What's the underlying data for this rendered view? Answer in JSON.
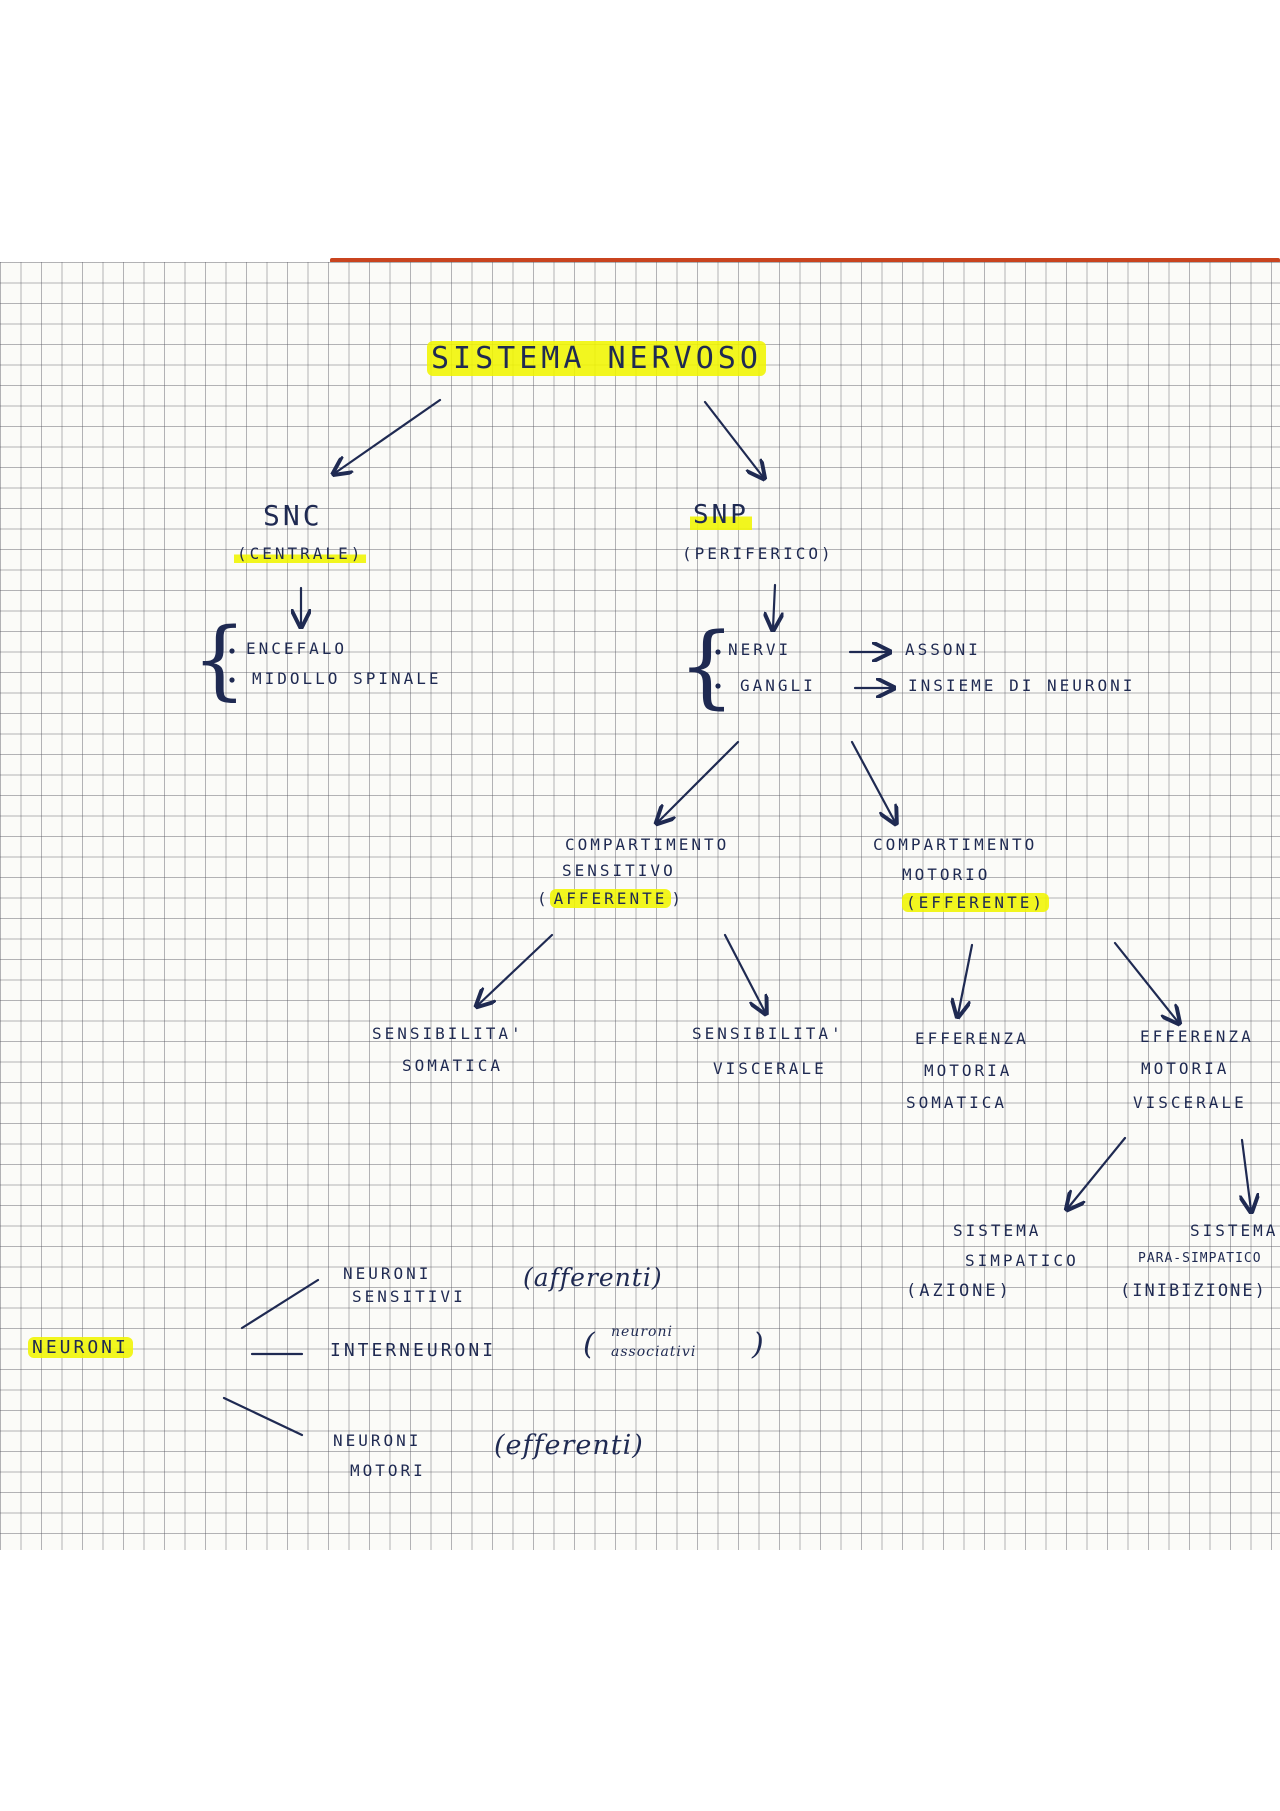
{
  "root": {
    "label": "SISTEMA NERVOSO"
  },
  "snc": {
    "label": "SNC",
    "sub": "(CENTRALE)",
    "items": [
      "ENCEFALO",
      "MIDOLLO SPINALE"
    ]
  },
  "snp": {
    "label": "SNP",
    "sub": "(PERIFERICO)",
    "items": [
      {
        "label": "NERVI",
        "arrow": "→",
        "target": "ASSONI"
      },
      {
        "label": "GANGLI",
        "arrow": "→",
        "target": "INSIEME DI NEURONI"
      }
    ]
  },
  "sensitivo": {
    "line1": "COMPARTIMENTO",
    "line2": "SENSITIVO",
    "sub": "AFFERENTE"
  },
  "motorio": {
    "line1": "COMPARTIMENTO",
    "line2": "MOTORIO",
    "sub": "(EFFERENTE)"
  },
  "sens_somatica": {
    "line1": "SENSIBILITA'",
    "line2": "SOMATICA"
  },
  "sens_viscerale": {
    "line1": "SENSIBILITA'",
    "line2": "VISCERALE"
  },
  "eff_somatica": {
    "line1": "EFFERENZA",
    "line2": "MOTORIA",
    "line3": "SOMATICA"
  },
  "eff_viscerale": {
    "line1": "EFFERENZA",
    "line2": "MOTORIA",
    "line3": "VISCERALE"
  },
  "simpatico": {
    "line1": "SISTEMA",
    "line2": "SIMPATICO",
    "line3": "(AZIONE)"
  },
  "parasimpatico": {
    "line1": "SISTEMA",
    "line2": "PARA-SIMPATICO",
    "line3": "(INIBIZIONE)"
  },
  "neuroni": {
    "label": "NEURONI",
    "sensitivi": {
      "line1": "NEURONI",
      "line2": "SENSITIVI",
      "note": "(afferenti)"
    },
    "inter": {
      "label": "INTERNEURONI",
      "note1": "neuroni",
      "note2": "associativi",
      "open": "(",
      "close": ")"
    },
    "motori": {
      "line1": "NEURONI",
      "line2": "MOTORI",
      "note": "(efferenti)"
    }
  },
  "colors": {
    "ink": "#1f2a52",
    "highlight": "#f0f500",
    "edge": "#c9441f"
  }
}
